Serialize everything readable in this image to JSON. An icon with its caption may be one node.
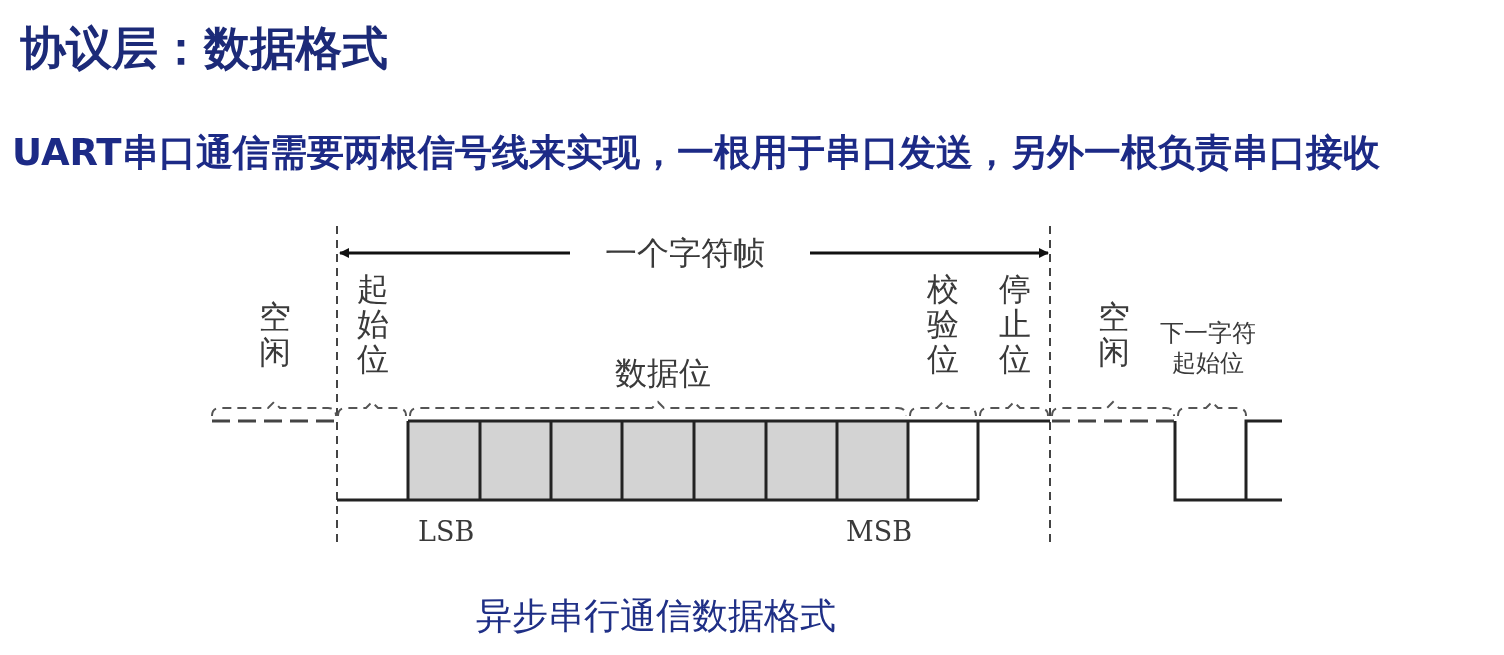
{
  "diagram": {
    "title": "协议层：数据格式",
    "caption": "异步串行通信数据格式",
    "labels": [
      "UART串口通信需要两根信号线来实现，一根用于串口发送，另外一根负责串口接收",
      "一个字符帧",
      "空闲",
      "起始位",
      "数据位",
      "校验位",
      "停止位",
      "空闲",
      "下一字符起始位",
      "LSB",
      "MSB"
    ]
  }
}
